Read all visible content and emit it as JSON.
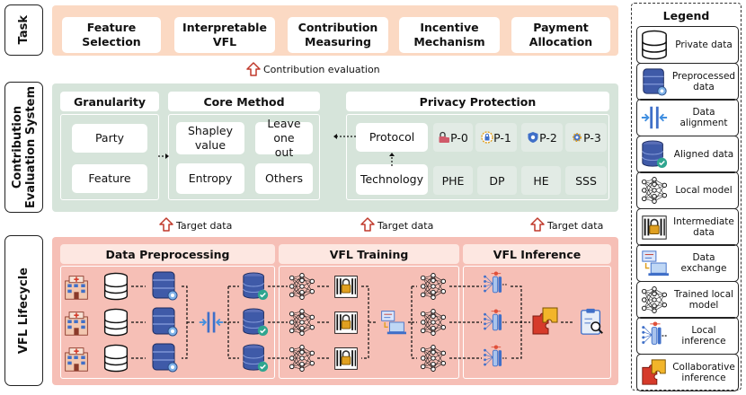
{
  "rows": {
    "task": "Task",
    "ces": "Contribution\nEvaluation System",
    "lifecycle": "VFL Lifecycle"
  },
  "task_items": [
    "Feature\nSelection",
    "Interpretable\nVFL",
    "Contribution\nMeasuring",
    "Incentive\nMechanism",
    "Payment\nAllocation"
  ],
  "contribution_evaluation": "Contribution evaluation",
  "ces": {
    "granularity": {
      "title": "Granularity",
      "items": [
        "Party",
        "Feature"
      ]
    },
    "core": {
      "title": "Core Method",
      "items": [
        "Shapley\nvalue",
        "Leave one\nout",
        "Entropy",
        "Others"
      ]
    },
    "privacy": {
      "title": "Privacy Protection",
      "protocol": "Protocol",
      "technology": "Technology",
      "protocols": [
        "P-0",
        "P-1",
        "P-2",
        "P-3"
      ],
      "techs": [
        "PHE",
        "DP",
        "HE",
        "SSS"
      ]
    }
  },
  "target_data": "Target data",
  "lifecycle": {
    "preprocessing": "Data Preprocessing",
    "training": "VFL Training",
    "inference": "VFL Inference"
  },
  "legend": {
    "title": "Legend",
    "items": [
      {
        "icon": "private-data-icon",
        "label": "Private data"
      },
      {
        "icon": "preprocessed-data-icon",
        "label": "Preprocessed\ndata"
      },
      {
        "icon": "data-alignment-icon",
        "label": "Data alignment"
      },
      {
        "icon": "aligned-data-icon",
        "label": "Aligned data"
      },
      {
        "icon": "local-model-icon",
        "label": "Local model"
      },
      {
        "icon": "intermediate-data-icon",
        "label": "Intermediate\ndata"
      },
      {
        "icon": "data-exchange-icon",
        "label": "Data exchange"
      },
      {
        "icon": "trained-local-model-icon",
        "label": "Trained local\nmodel"
      },
      {
        "icon": "local-inference-icon",
        "label": "Local inference"
      },
      {
        "icon": "collaborative-inference-icon",
        "label": "Collaborative\ninference"
      }
    ]
  },
  "colors": {
    "task_bg": "#fbd9c3",
    "ces_bg": "#d6e4da",
    "lifecycle_bg": "#f6bfb6",
    "arrow": "#c0392b",
    "db_blue": "#3f5aa8",
    "aligned_teal": "#3aa8a0",
    "lock_gold": "#e0a020"
  }
}
